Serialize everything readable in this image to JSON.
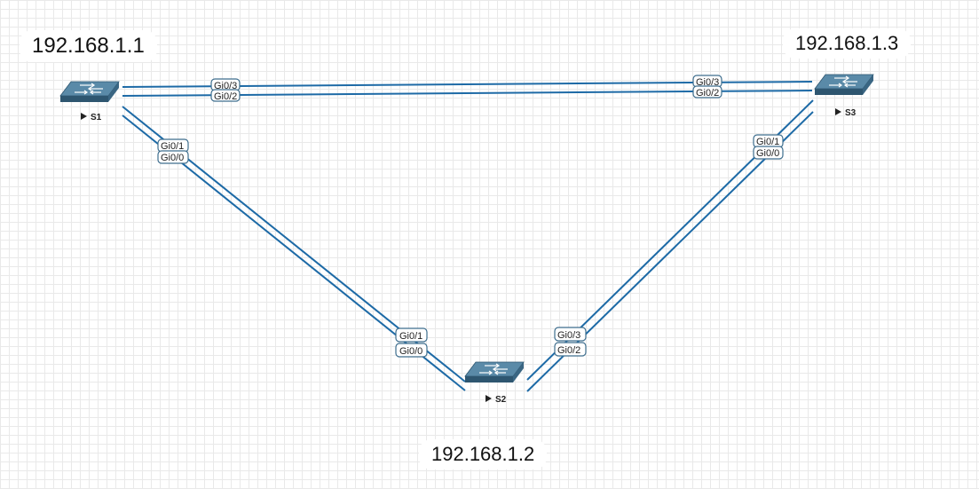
{
  "nodes": {
    "s1": {
      "name": "S1",
      "ip": "192.168.1.1"
    },
    "s2": {
      "name": "S2",
      "ip": "192.168.1.2"
    },
    "s3": {
      "name": "S3",
      "ip": "192.168.1.3"
    }
  },
  "links": [
    {
      "a": "S1",
      "a_port": "Gi0/3",
      "b": "S3",
      "b_port": "Gi0/3"
    },
    {
      "a": "S1",
      "a_port": "Gi0/2",
      "b": "S3",
      "b_port": "Gi0/2"
    },
    {
      "a": "S1",
      "a_port": "Gi0/1",
      "b": "S2",
      "b_port": "Gi0/1"
    },
    {
      "a": "S1",
      "a_port": "Gi0/0",
      "b": "S2",
      "b_port": "Gi0/0"
    },
    {
      "a": "S2",
      "a_port": "Gi0/3",
      "b": "S3",
      "b_port": "Gi0/1"
    },
    {
      "a": "S2",
      "a_port": "Gi0/2",
      "b": "S3",
      "b_port": "Gi0/0"
    }
  ],
  "colors": {
    "link": "#1d6aa6",
    "switch_top": "#5a8aa8",
    "switch_side": "#3a6683",
    "switch_front": "#2e5670",
    "grid": "#e9e9e9"
  },
  "icons": {
    "node": "switch-icon",
    "start_marker": "play-triangle-icon"
  }
}
